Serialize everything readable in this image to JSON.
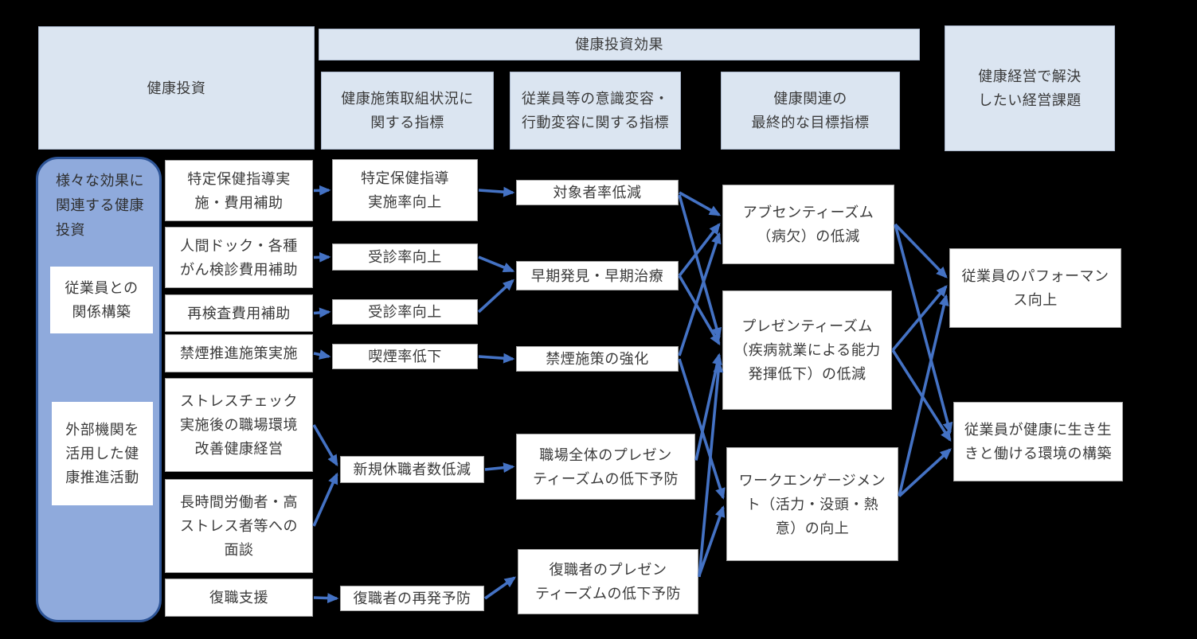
{
  "title": "健康投資の連関図",
  "colors": {
    "arrow": "#4472c4",
    "header-fill": "#dbe5f1",
    "header-border": "#a9b6cb",
    "box-border": "#a6a6a6",
    "group-fill": "#8faadc",
    "group-border": "#2e5597",
    "text": "#3a3a3a",
    "bg": "#000000"
  },
  "nodes": {
    "h-kenko-toshi": {
      "label": "健康投資"
    },
    "h-koka": {
      "label": "健康投資効果"
    },
    "h-shisaku": {
      "label": "健康施策取組状況に\n関する指標"
    },
    "h-ishiki": {
      "label": "従業員等の意識変容・\n行動変容に関する指標"
    },
    "h-mokuhyo": {
      "label": "健康関連の\n最終的な目標指標"
    },
    "h-kadai": {
      "label": "健康経営で解決\nしたい経営課題"
    },
    "group-samazama": {
      "label": "様々な効果に\n関連する健康\n投資"
    },
    "jugyoin-kankei": {
      "label": "従業員との\n関係構築"
    },
    "gaibu-kikan": {
      "label": "外部機関を\n活用した健\n康推進活動"
    },
    "tokutei-hoken": {
      "label": "特定保健指導実\n施・費用補助"
    },
    "ningen-dock": {
      "label": "人間ドック・各種\nがん検診費用補助"
    },
    "saikensa": {
      "label": "再検査費用補助"
    },
    "kinen-suishin": {
      "label": "禁煙推進施策実施"
    },
    "stress-check": {
      "label": "ストレスチェック\n実施後の職場環境\n改善健康経営"
    },
    "chojikan-rodo": {
      "label": "長時間労働者・高\nストレス者等への\n面談"
    },
    "fukushoku-shien": {
      "label": "復職支援"
    },
    "jisshiritsu-kojo": {
      "label": "特定保健指導\n実施率向上"
    },
    "jushinritsu-kojo-1": {
      "label": "受診率向上"
    },
    "jushinritsu-kojo-2": {
      "label": "受診率向上"
    },
    "kitsuenritsu-teika": {
      "label": "喫煙率低下"
    },
    "shinki-kyushoku": {
      "label": "新規休職者数低減"
    },
    "saihatsu-yobo": {
      "label": "復職者の再発予防"
    },
    "taishosha-teigen": {
      "label": "対象者率低減"
    },
    "soki-hakken": {
      "label": "早期発見・早期治療"
    },
    "kinen-kyoka": {
      "label": "禁煙施策の強化"
    },
    "shokuba-presen": {
      "label": "職場全体のプレゼン\nティーズムの低下予防"
    },
    "fukushokusha-presen": {
      "label": "復職者のプレゼン\nティーズムの低下予防"
    },
    "absenteeism": {
      "label": "アブセンティーズム\n（病欠）の低減"
    },
    "presenteeism": {
      "label": "プレゼンティーズム\n（疾病就業による能力\n発揮低下）の低減"
    },
    "work-engagement": {
      "label": "ワークエンゲージメン\nト（活力・没頭・熱\n意）の向上"
    },
    "performance": {
      "label": "従業員のパフォーマン\nス向上"
    },
    "kankyo-kochiku": {
      "label": "従業員が健康に生き生\nきと働ける環境の構築"
    }
  },
  "edges": [
    {
      "from": "tokutei-hoken",
      "to": "jisshiritsu-kojo"
    },
    {
      "from": "ningen-dock",
      "to": "jushinritsu-kojo-1"
    },
    {
      "from": "saikensa",
      "to": "jushinritsu-kojo-2"
    },
    {
      "from": "kinen-suishin",
      "to": "kitsuenritsu-teika"
    },
    {
      "from": "stress-check",
      "to": "shinki-kyushoku",
      "tdy": -6
    },
    {
      "from": "chojikan-rodo",
      "to": "shinki-kyushoku",
      "tdy": 6
    },
    {
      "from": "fukushoku-shien",
      "to": "saihatsu-yobo"
    },
    {
      "from": "jisshiritsu-kojo",
      "to": "taishosha-teigen"
    },
    {
      "from": "jushinritsu-kojo-1",
      "to": "soki-hakken",
      "tdy": -6
    },
    {
      "from": "jushinritsu-kojo-2",
      "to": "soki-hakken",
      "tdy": 6
    },
    {
      "from": "kitsuenritsu-teika",
      "to": "kinen-kyoka"
    },
    {
      "from": "shinki-kyushoku",
      "to": "shokuba-presen"
    },
    {
      "from": "saihatsu-yobo",
      "to": "fukushokusha-presen",
      "tdy": -5
    },
    {
      "from": "taishosha-teigen",
      "to": "absenteeism",
      "tdy": -12
    },
    {
      "from": "taishosha-teigen",
      "to": "presenteeism",
      "sdy": 3,
      "tdy": -16
    },
    {
      "from": "soki-hakken",
      "to": "absenteeism"
    },
    {
      "from": "soki-hakken",
      "to": "presenteeism",
      "tdy": -8
    },
    {
      "from": "kinen-kyoka",
      "to": "absenteeism",
      "sdy": -4,
      "tdy": 12
    },
    {
      "from": "kinen-kyoka",
      "to": "work-engagement",
      "tdy": -8
    },
    {
      "from": "shokuba-presen",
      "to": "presenteeism",
      "sdy": -8,
      "tdy": 6
    },
    {
      "from": "fukushokusha-presen",
      "to": "presenteeism",
      "sdy": -6,
      "tdy": 16
    },
    {
      "from": "fukushokusha-presen",
      "to": "work-engagement",
      "sdy": -8,
      "tdy": 4
    },
    {
      "from": "absenteeism",
      "to": "performance",
      "tdy": -14
    },
    {
      "from": "absenteeism",
      "to": "kankyo-kochiku",
      "tdy": -12
    },
    {
      "from": "presenteeism",
      "to": "performance",
      "tdy": -2
    },
    {
      "from": "presenteeism",
      "to": "kankyo-kochiku",
      "tdy": -2
    },
    {
      "from": "work-engagement",
      "to": "performance",
      "sdy": -10,
      "tdy": 10
    },
    {
      "from": "work-engagement",
      "to": "kankyo-kochiku",
      "sdy": -10,
      "tdy": 10
    }
  ]
}
